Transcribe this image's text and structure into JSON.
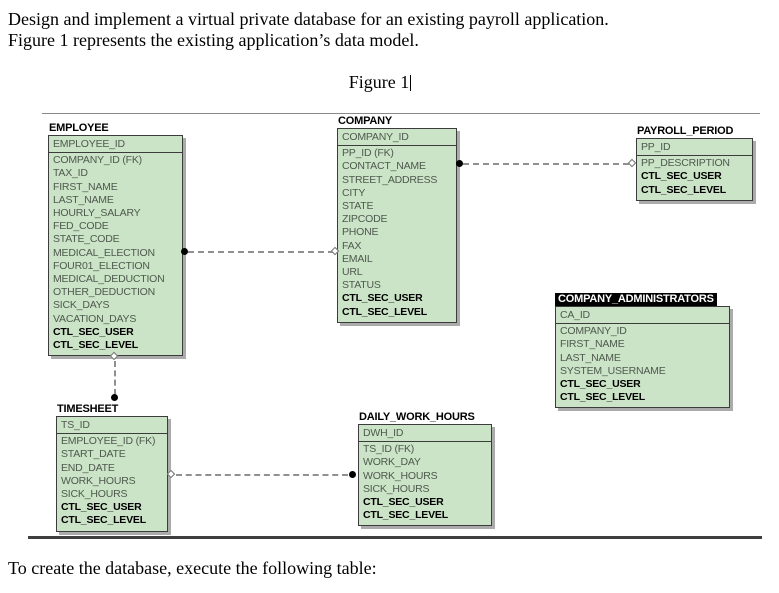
{
  "document": {
    "intro_line1": "Design and implement a virtual private database for an existing payroll application.",
    "intro_line2": "Figure 1 represents the existing application’s data model.",
    "figure_caption": "Figure 1",
    "footer": "To create the database, execute the following table:"
  },
  "colors": {
    "entity_fill": "#cbe3c6",
    "entity_border": "#3c3c3c",
    "attribute_text": "#4e5a4e",
    "selected_title_bg": "#000000",
    "selected_title_text": "#ffffff",
    "connector_line": "#909090",
    "figure_top_rule": "#8a8a8a",
    "figure_bottom_rule": "#3f3f3f"
  },
  "diagram": {
    "entities": [
      {
        "title": "EMPLOYEE",
        "selected": false,
        "pk": [
          "EMPLOYEE_ID"
        ],
        "attrs": [
          "COMPANY_ID (FK)",
          "TAX_ID",
          "FIRST_NAME",
          "LAST_NAME",
          "HOURLY_SALARY",
          "FED_CODE",
          "STATE_CODE",
          "MEDICAL_ELECTION",
          "FOUR01_ELECTION",
          "MEDICAL_DEDUCTION",
          "OTHER_DEDUCTION",
          "SICK_DAYS",
          "VACATION_DAYS"
        ],
        "security_attrs": [
          "CTL_SEC_USER",
          "CTL_SEC_LEVEL"
        ]
      },
      {
        "title": "COMPANY",
        "selected": false,
        "pk": [
          "COMPANY_ID"
        ],
        "attrs": [
          "PP_ID (FK)",
          "CONTACT_NAME",
          "STREET_ADDRESS",
          "CITY",
          "STATE",
          "ZIPCODE",
          "PHONE",
          "FAX",
          "EMAIL",
          "URL",
          "STATUS"
        ],
        "security_attrs": [
          "CTL_SEC_USER",
          "CTL_SEC_LEVEL"
        ]
      },
      {
        "title": "PAYROLL_PERIOD",
        "selected": false,
        "pk": [
          "PP_ID"
        ],
        "attrs": [
          "PP_DESCRIPTION"
        ],
        "security_attrs": [
          "CTL_SEC_USER",
          "CTL_SEC_LEVEL"
        ]
      },
      {
        "title": "COMPANY_ADMINISTRATORS",
        "selected": true,
        "pk": [
          "CA_ID"
        ],
        "attrs": [
          "COMPANY_ID",
          "FIRST_NAME",
          "LAST_NAME",
          "SYSTEM_USERNAME"
        ],
        "security_attrs": [
          "CTL_SEC_USER",
          "CTL_SEC_LEVEL"
        ]
      },
      {
        "title": "TIMESHEET",
        "selected": false,
        "pk": [
          "TS_ID"
        ],
        "attrs": [
          "EMPLOYEE_ID (FK)",
          "START_DATE",
          "END_DATE",
          "WORK_HOURS",
          "SICK_HOURS"
        ],
        "security_attrs": [
          "CTL_SEC_USER",
          "CTL_SEC_LEVEL"
        ]
      },
      {
        "title": "DAILY_WORK_HOURS",
        "selected": false,
        "pk": [
          "DWH_ID"
        ],
        "attrs": [
          "TS_ID (FK)",
          "WORK_DAY",
          "WORK_HOURS",
          "SICK_HOURS"
        ],
        "security_attrs": [
          "CTL_SEC_USER",
          "CTL_SEC_LEVEL"
        ]
      }
    ],
    "relationships": [
      {
        "from": "EMPLOYEE",
        "to": "COMPANY"
      },
      {
        "from": "COMPANY",
        "to": "PAYROLL_PERIOD"
      },
      {
        "from": "EMPLOYEE",
        "to": "TIMESHEET"
      },
      {
        "from": "TIMESHEET",
        "to": "DAILY_WORK_HOURS"
      }
    ]
  }
}
